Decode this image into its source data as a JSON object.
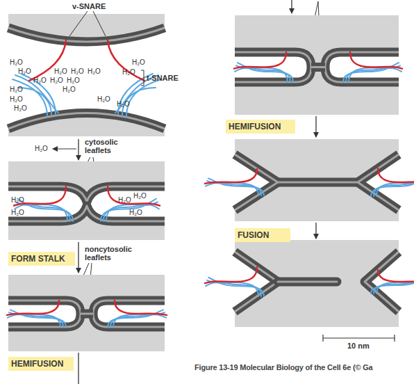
{
  "diagram": {
    "caption": "Figure 13-19 Molecular Biology of the Cell 6e (© Ga",
    "nodes": [
      {
        "text": [
          "FORM STALK"
        ]
      },
      {
        "text": [
          "HEMIFUSION"
        ]
      },
      {
        "text": [
          "HEMIFUSION"
        ]
      },
      {
        "text": [
          "FUSION"
        ]
      }
    ],
    "labels": [
      "v-SNARE",
      "t-SNARE",
      "H₂O",
      "H₂O",
      "H₂O",
      "H₂O",
      "H₂O",
      "H₂O",
      "H₂O",
      "H₂O",
      "H₂O",
      "H₂O",
      "H₂O",
      "H₂O",
      "H₂O",
      "H₂O",
      "H₂O",
      "H₂O",
      "H₂O",
      "cytosolic leaflets",
      "H₂O",
      "H₂O",
      "H₂O",
      "H₂O",
      "H₂O",
      "noncytosolic leaflets",
      "10 nm"
    ]
  }
}
